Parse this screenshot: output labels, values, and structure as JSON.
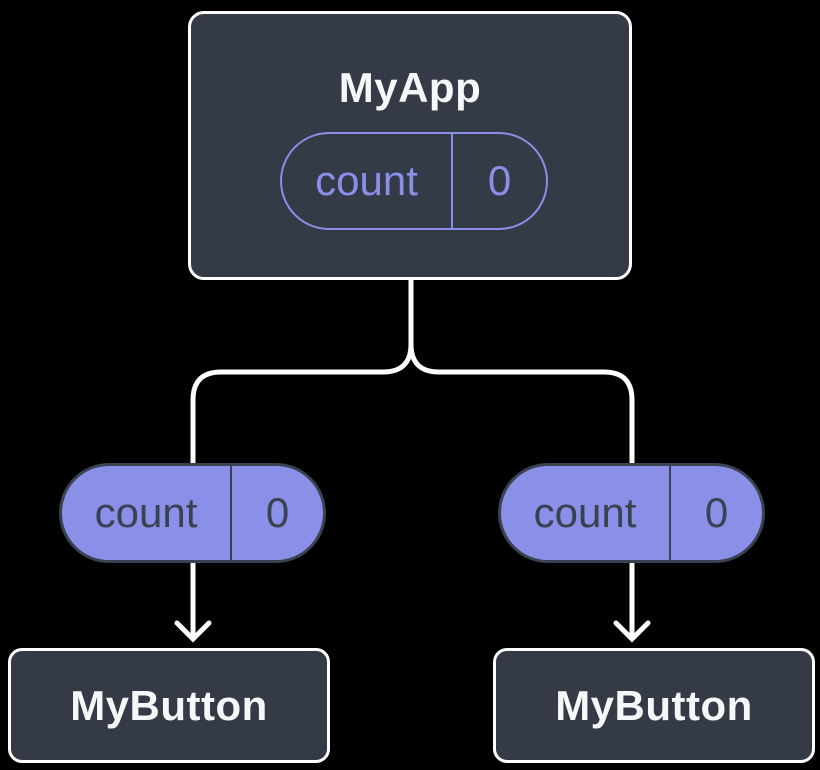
{
  "colors": {
    "background": "#000000",
    "node_fill": "#343A46",
    "node_border": "#FFFFFF",
    "node_text": "#F6F7F9",
    "accent_purple": "#8A8FE8",
    "pill_dark": "#3A4150",
    "connector": "#FFFFFF"
  },
  "tree": {
    "root": {
      "title": "MyApp",
      "state_pill": {
        "label": "count",
        "value": "0"
      }
    },
    "left_branch": {
      "state_pill": {
        "label": "count",
        "value": "0"
      },
      "child": {
        "title": "MyButton"
      }
    },
    "right_branch": {
      "state_pill": {
        "label": "count",
        "value": "0"
      },
      "child": {
        "title": "MyButton"
      }
    }
  }
}
